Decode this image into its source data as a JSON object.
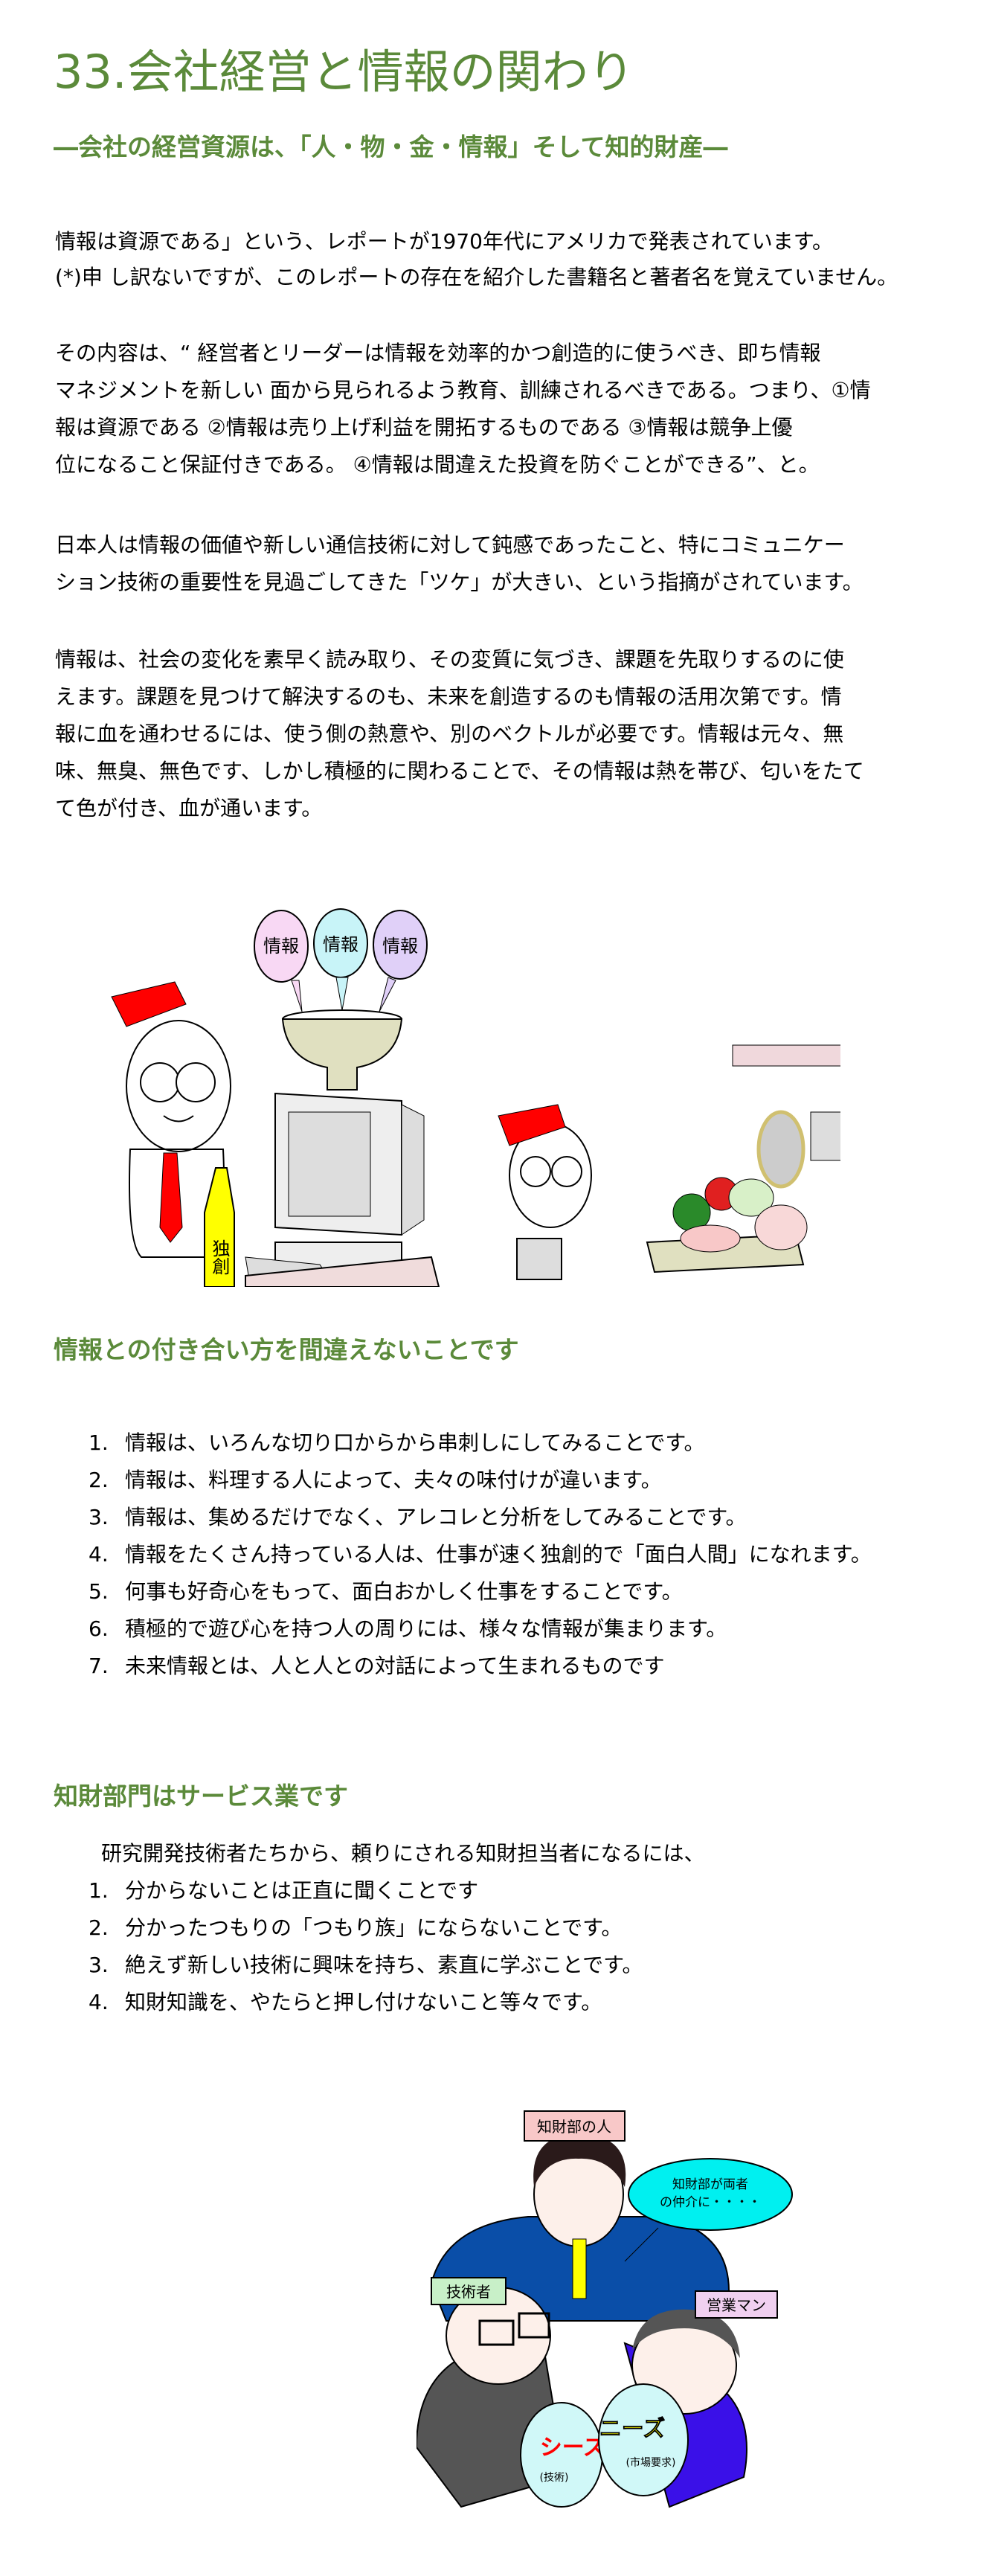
{
  "title": "33.会社経営と情報の関わり",
  "subtitle": "―会社の経営資源は、「人・物・金・情報」そして知的財産―",
  "intro": {
    "lines": [
      "情報は資源である」という、レポートが1970年代にアメリカで発表されています。",
      "(*)申 し訳ないですが、このレポートの存在を紹介した書籍名と著者名を覚えていません。"
    ]
  },
  "paragraph_content": {
    "lines": [
      "その内容は、“ 経営者とリーダーは情報を効率的かつ創造的に使うべき、即ち情報",
      "マネジメントを新しい 面から見られるよう教育、訓練されるべきである。つまり、①情",
      "報は資源である ②情報は売り上げ利益を開拓するものである ③情報は競争上優",
      "位になること保証付きである。 ④情報は間違えた投資を防ぐことができる”、と。"
    ]
  },
  "paragraph_japan": {
    "lines": [
      "日本人は情報の価値や新しい通信技術に対して鈍感であったこと、特にコミュニケー",
      "ション技術の重要性を見過ごしてきた「ツケ」が大きい、という指摘がされています。"
    ]
  },
  "paragraph_info": {
    "lines": [
      "情報は、社会の変化を素早く読み取り、その変質に気づき、課題を先取りするのに使",
      "えます。課題を見つけて解決するのも、未来を創造するのも情報の活用次第です。情",
      "報に血を通わせるには、使う側の熱意や、別のベクトルが必要です。情報は元々、無",
      "味、無臭、無色です、しかし積極的に関わることで、その情報は熱を帯び、匂いをたて",
      "て色が付き、血が通います。"
    ]
  },
  "illustration1": {
    "bubbles": [
      "情報",
      "情報",
      "情報"
    ],
    "bottle_label": "独創"
  },
  "section_info": {
    "heading": "情報との付き合い方を間違えないことです",
    "items": [
      {
        "num": "1.",
        "text": "情報は、いろんな切り口からから串刺しにしてみることです。"
      },
      {
        "num": "2.",
        "text": "情報は、料理する人によって、夫々の味付けが違います。"
      },
      {
        "num": "3.",
        "text": "情報は、集めるだけでなく、アレコレと分析をしてみることです。"
      },
      {
        "num": "4.",
        "text": "情報をたくさん持っている人は、仕事が速く独創的で「面白人間」になれます。"
      },
      {
        "num": "5.",
        "text": "何事も好奇心をもって、面白おかしく仕事をすることです。"
      },
      {
        "num": "6.",
        "text": "積極的で遊び心を持つ人の周りには、様々な情報が集まります。"
      },
      {
        "num": "7.",
        "text": "未来情報とは、人と人との対話によって生まれるものです"
      }
    ]
  },
  "section_service": {
    "heading": "知財部門はサービス業です",
    "intro": "研究開発技術者たちから、頼りにされる知財担当者になるには、",
    "items": [
      {
        "num": "1.",
        "text": "分からないことは正直に聞くことです"
      },
      {
        "num": "2.",
        "text": "分かったつもりの「つもり族」にならないことです。"
      },
      {
        "num": "3.",
        "text": "絶えず新しい技術に興味を持ち、素直に学ぶことです。"
      },
      {
        "num": "4.",
        "text": "知財知識を、やたらと押し付けないこと等々です。"
      }
    ]
  },
  "illustration2": {
    "label_ip": "知財部の人",
    "label_engineer": "技術者",
    "label_sales": "営業マン",
    "speech": [
      "知財部が両者",
      "の仲介に・・・・"
    ],
    "seeds": "シーズ",
    "seeds_sub": "(技術)",
    "needs": "ニーズ",
    "needs_sub": "(市場要求)"
  },
  "colors": {
    "heading": "#5b8a3a",
    "text": "#000000"
  }
}
